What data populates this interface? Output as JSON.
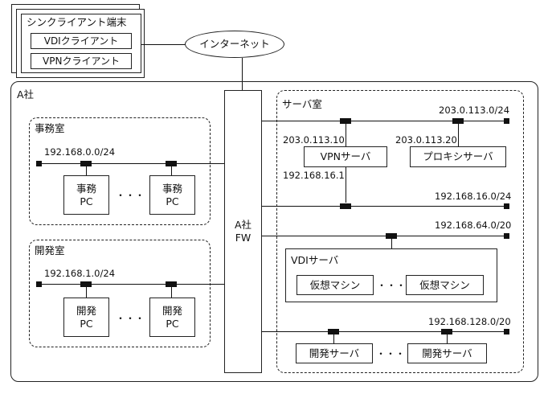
{
  "thin_client": {
    "label": "シンクライアント端末",
    "items": [
      "VDIクライアント",
      "VPNクライアント"
    ]
  },
  "internet": "インターネット",
  "company": {
    "label": "A社",
    "firewall": [
      "A社",
      "FW"
    ]
  },
  "office_room": {
    "label": "事務室",
    "subnet": "192.168.0.0/24",
    "pc": [
      "事務",
      "PC"
    ],
    "ellipsis": "・・・"
  },
  "dev_room": {
    "label": "開発室",
    "subnet": "192.168.1.0/24",
    "pc": [
      "開発",
      "PC"
    ],
    "ellipsis": "・・・"
  },
  "server_room": {
    "label": "サーバ室",
    "subnet_top": "203.0.113.0/24",
    "vpn_server": "VPNサーバ",
    "vpn_ip_outer": "203.0.113.10",
    "vpn_ip_inner": "192.168.16.1",
    "proxy_server": "プロキシサーバ",
    "proxy_ip": "203.0.113.20",
    "subnet_16": "192.168.16.0/24",
    "subnet_64": "192.168.64.0/20",
    "vdi_server": "VDIサーバ",
    "vm": "仮想マシン",
    "ellipsis": "・・・",
    "subnet_128": "192.168.128.0/20",
    "dev_server": "開発サーバ",
    "dev_server_2": "開発サーバ"
  }
}
